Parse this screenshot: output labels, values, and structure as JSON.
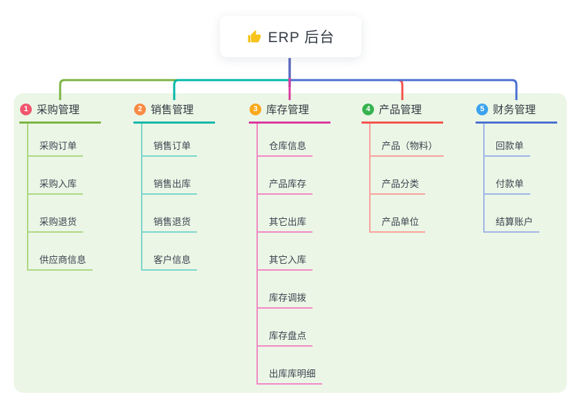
{
  "root": {
    "label": "ERP 后台",
    "icon": "thumbs-up-icon",
    "icon_color": "#F8C41C",
    "connector_color": "#5C6BC0"
  },
  "panel": {
    "background": "#EBF6E6"
  },
  "branches": [
    {
      "index": "1",
      "label": "采购管理",
      "badge_color": "#F0566E",
      "line_color": "#7CB342",
      "child_line_color": "#ACD880",
      "children": [
        "采购订单",
        "采购入库",
        "采购退货",
        "供应商信息"
      ]
    },
    {
      "index": "2",
      "label": "销售管理",
      "badge_color": "#F98B44",
      "line_color": "#00B7A8",
      "child_line_color": "#7BD5CB",
      "children": [
        "销售订单",
        "销售出库",
        "销售退货",
        "客户信息"
      ]
    },
    {
      "index": "3",
      "label": "库存管理",
      "badge_color": "#FBA81C",
      "line_color": "#D9379E",
      "child_line_color": "#F287C4",
      "children": [
        "仓库信息",
        "产品库存",
        "其它出库",
        "其它入库",
        "库存调拨",
        "库存盘点",
        "出库库明细"
      ]
    },
    {
      "index": "4",
      "label": "产品管理",
      "badge_color": "#36B34F",
      "line_color": "#F4524D",
      "child_line_color": "#F9A09A",
      "children": [
        "产品（物料）",
        "产品分类",
        "产品单位"
      ]
    },
    {
      "index": "5",
      "label": "财务管理",
      "badge_color": "#3BA3F0",
      "line_color": "#4A6FD1",
      "child_line_color": "#9DB3E6",
      "children": [
        "回款单",
        "付款单",
        "结算账户"
      ]
    }
  ]
}
